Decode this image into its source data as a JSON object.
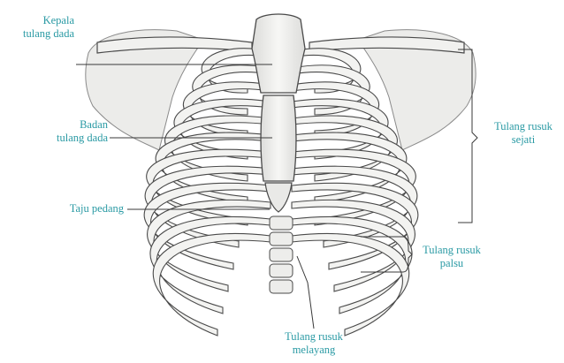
{
  "labels": {
    "kepala": [
      "Kepala",
      "tulang dada"
    ],
    "badan": [
      "Badan",
      "tulang dada"
    ],
    "taju": [
      "Taju pedang"
    ],
    "sejati": [
      "Tulang rusuk",
      "sejati"
    ],
    "palsu": [
      "Tulang rusuk",
      "palsu"
    ],
    "melayang": [
      "Tulang rusuk",
      "melayang"
    ]
  },
  "colors": {
    "label_text": "#2a9aa4",
    "bone_fill": "#f3f3f1",
    "bone_stroke": "#4a4a4a",
    "background": "#ffffff"
  }
}
